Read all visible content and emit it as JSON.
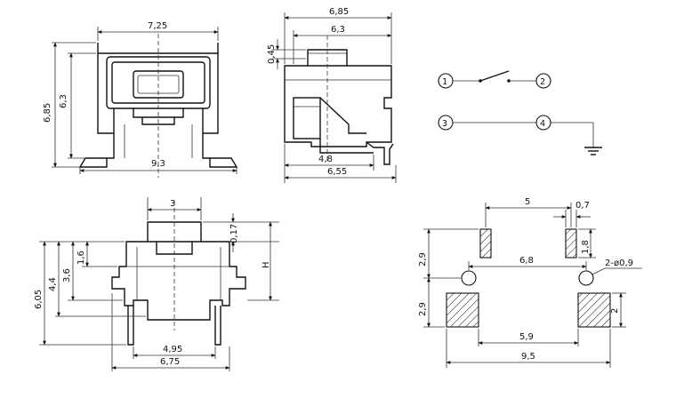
{
  "views": {
    "front": {
      "width_top": "7,25",
      "height_total": "6,85",
      "height_inner": "6,3",
      "width_leads": "9,3"
    },
    "side": {
      "width_total": "6,85",
      "width_body": "6,3",
      "top_offset": "0,45",
      "lead_span": "4,8",
      "width_bottom": "6,55"
    },
    "schematic": {
      "pin1": "1",
      "pin2": "2",
      "pin3": "3",
      "pin4": "4"
    },
    "bottom_front": {
      "width_actuator": "3",
      "gap_top": "0,17",
      "height_label": "H",
      "height_16": "1,6",
      "height_36": "3,6",
      "height_44": "4,4",
      "height_605": "6,05",
      "width_495": "4,95",
      "width_675": "6,75"
    },
    "footprint": {
      "pad_pitch_top": "5",
      "pad_width_small": "0,7",
      "pad_height_small": "1,8",
      "row_gap_upper": "2,9",
      "hole_pitch": "6,8",
      "hole_callout": "2-ø0,9",
      "row_gap_lower": "2,9",
      "pad_size_large": "2",
      "pad_gap_large": "5,9",
      "width_overall": "9,5"
    }
  }
}
